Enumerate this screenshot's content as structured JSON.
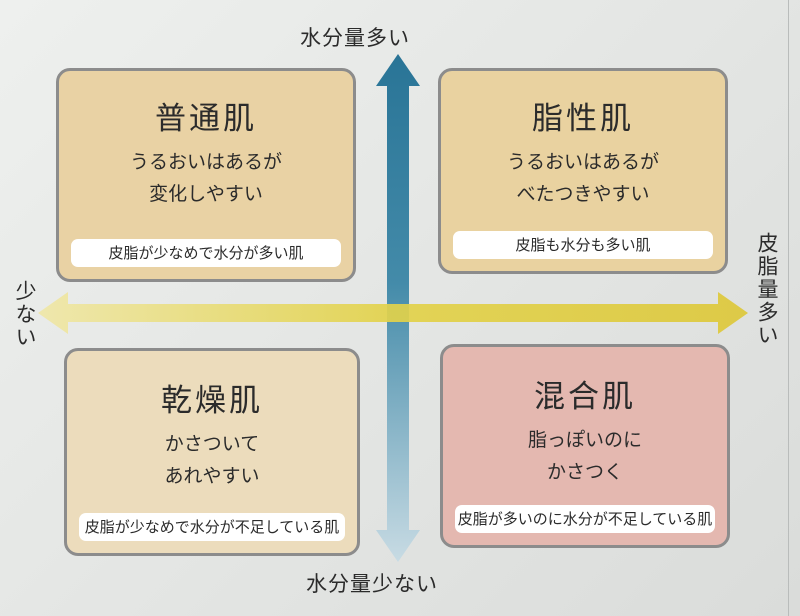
{
  "axes": {
    "top": "水分量多い",
    "bottom": "水分量少ない",
    "left": "少ない",
    "right": "皮脂量多い"
  },
  "quadrants": {
    "normal": {
      "title": "普通肌",
      "desc_line1": "うるおいはあるが",
      "desc_line2": "変化しやすい",
      "note": "皮脂が少なめで水分が多い肌"
    },
    "oily": {
      "title": "脂性肌",
      "desc_line1": "うるおいはあるが",
      "desc_line2": "べたつきやすい",
      "note": "皮脂も水分も多い肌"
    },
    "dry": {
      "title": "乾燥肌",
      "desc_line1": "かさついて",
      "desc_line2": "あれやすい",
      "note": "皮脂が少なめで水分が不足している肌"
    },
    "combo": {
      "title": "混合肌",
      "desc_line1": "脂っぽいのに",
      "desc_line2": "かさつく",
      "note": "皮脂が多いのに水分が不足している肌"
    }
  },
  "colors": {
    "vertical_arrow": "#2f7c9c",
    "horizontal_arrow": "#e1cf3f",
    "normal_bg": "#e9d2a4",
    "oily_bg": "#e9d2a0",
    "dry_bg": "#ecdcbc",
    "combo_bg": "#e4b8b0"
  }
}
